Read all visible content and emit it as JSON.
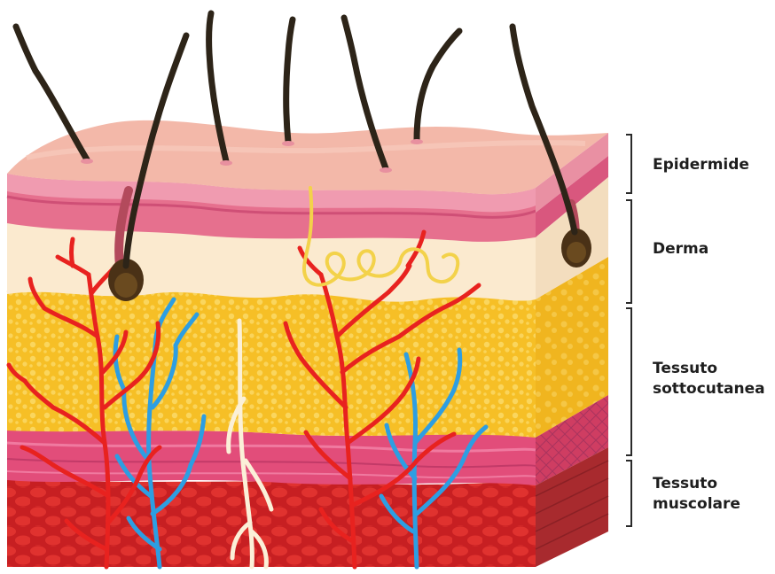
{
  "labels": {
    "epidermis": "Epidermide",
    "dermis": "Derma",
    "subcutaneous_line1": "Tessuto",
    "subcutaneous_line2": "sottocutanea",
    "muscle_line1": "Tessuto",
    "muscle_line2": "muscolare"
  },
  "colors": {
    "epidermis": "#f3b6a8",
    "epidermis_dark": "#e07f8c",
    "dermis": "#fbead0",
    "fat": "#f7c52c",
    "muscle_pink": "#e75a86",
    "muscle_red": "#d62a2a",
    "artery": "#e8201e",
    "vein": "#2e9be0",
    "nerve": "#fff6e2",
    "hair": "#2d2418",
    "gland": "#f2d24a"
  }
}
